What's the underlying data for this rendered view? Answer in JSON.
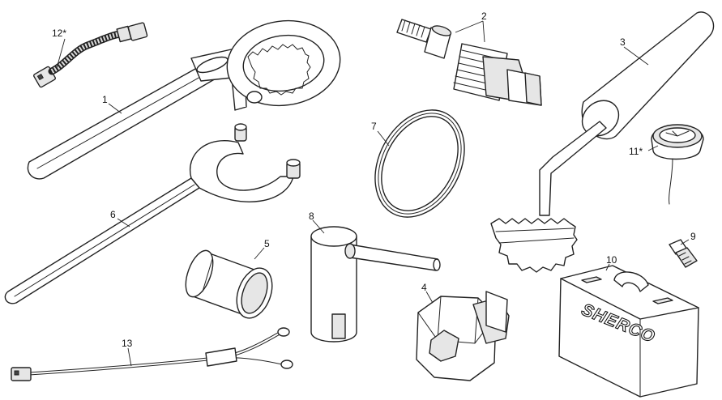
{
  "callouts": {
    "c1": "1",
    "c2": "2",
    "c3": "3",
    "c4": "4",
    "c5": "5",
    "c6": "6",
    "c7": "7",
    "c8": "8",
    "c9": "9",
    "c10": "10",
    "c11": "11*",
    "c12": "12*",
    "c13": "13"
  },
  "case_brand": "SHERCO",
  "colors": {
    "line": "#222222",
    "fill": "#ffffff",
    "shade": "#e6e6e6"
  }
}
